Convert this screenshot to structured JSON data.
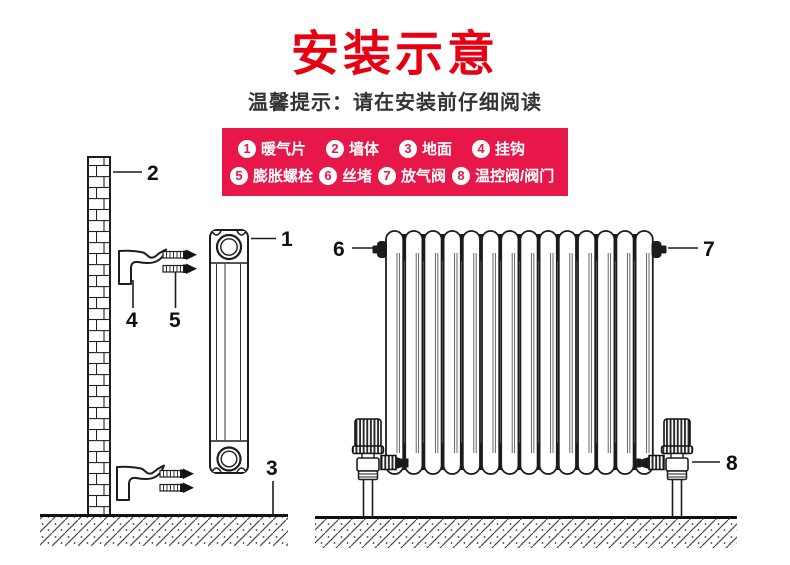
{
  "header": {
    "title": "安装示意",
    "subtitle": "温馨提示：请在安装前仔细阅读"
  },
  "legend": {
    "items": [
      {
        "num": "1",
        "label": "暖气片"
      },
      {
        "num": "2",
        "label": "墙体"
      },
      {
        "num": "3",
        "label": "地面"
      },
      {
        "num": "4",
        "label": "挂钩"
      },
      {
        "num": "5",
        "label": "膨胀螺栓"
      },
      {
        "num": "6",
        "label": "丝堵"
      },
      {
        "num": "7",
        "label": "放气阀"
      },
      {
        "num": "8",
        "label": "温控阀/阀门"
      }
    ]
  },
  "diagram": {
    "callouts": {
      "c1": "1",
      "c2": "2",
      "c3": "3",
      "c4": "4",
      "c5": "5",
      "c6": "6",
      "c7": "7",
      "c8": "8"
    },
    "radiator_column_count": 14
  },
  "colors": {
    "title_red": "#e60012",
    "legend_bg": "#e8174a",
    "line": "#1d1d1d"
  }
}
